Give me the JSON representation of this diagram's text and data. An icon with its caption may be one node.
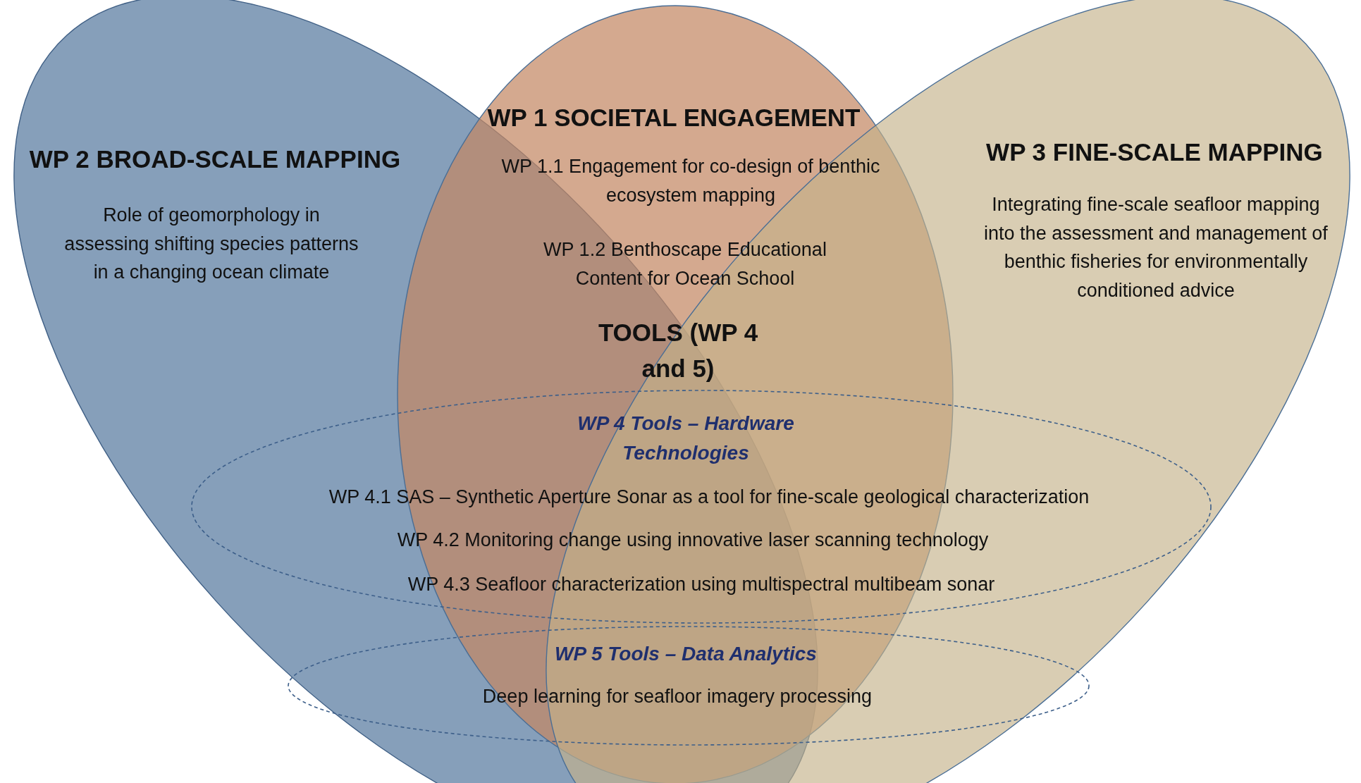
{
  "diagram": {
    "nodes": [
      {
        "text": [
          "WP 2 BROAD-SCALE MAPPING",
          "Role of geomorphology in assessing shifting species patterns in a changing ocean climate"
        ]
      },
      {
        "text": [
          "WP 1 SOCIETAL ENGAGEMENT",
          "WP 1.1 Engagement for co-design of benthic ecosystem mapping",
          "WP 1.2 Benthoscape Educational Content for Ocean School"
        ]
      },
      {
        "text": [
          "WP 3 FINE-SCALE MAPPING",
          "Integrating fine-scale seafloor mapping into the assessment and management of benthic fisheries for environmentally conditioned advice"
        ]
      },
      {
        "text": [
          "WP 4 Tools – Hardware Technologies",
          "WP 4.1 SAS – Synthetic Aperture Sonar as a tool for fine-scale geological characterization",
          "WP 4.2 Monitoring change using innovative laser scanning technology",
          "WP 4.3  Seafloor characterization using multispectral multibeam sonar"
        ]
      },
      {
        "text": [
          "WP 5 Tools – Data Analytics",
          "Deep learning for seafloor imagery processing"
        ]
      }
    ],
    "labels": [
      "TOOLS (WP 4 and 5)"
    ]
  }
}
